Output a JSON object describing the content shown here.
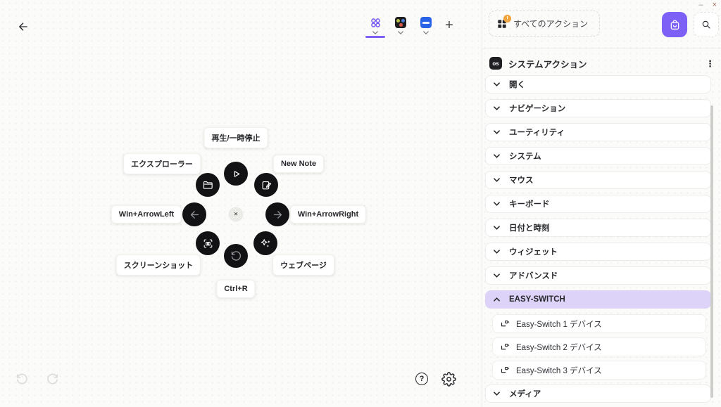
{
  "window": {
    "minimize_glyph": "–",
    "close_glyph": "×"
  },
  "topbar": {
    "add_tab_glyph": "+",
    "tabs": [
      {
        "name": "all-applications",
        "selected": true
      },
      {
        "name": "app-dark",
        "selected": false
      },
      {
        "name": "app-blue",
        "selected": false
      }
    ]
  },
  "radial": {
    "center_glyph": "×",
    "actions": [
      {
        "label": "再生/一時停止",
        "icon": "play-icon"
      },
      {
        "label": "エクスプローラー",
        "icon": "folder-icon"
      },
      {
        "label": "New Note",
        "icon": "note-edit-icon"
      },
      {
        "label": "Win+ArrowLeft",
        "icon": "arrow-left-icon"
      },
      {
        "label": "Win+ArrowRight",
        "icon": "arrow-right-icon"
      },
      {
        "label": "スクリーンショット",
        "icon": "screenshot-icon"
      },
      {
        "label": "ウェブページ",
        "icon": "sparkles-icon"
      },
      {
        "label": "Ctrl+R",
        "icon": "rotate-ccw-icon"
      }
    ]
  },
  "canvas_footer": {
    "help_glyph": "?"
  },
  "sidebar": {
    "filter": {
      "label": "すべてのアクション",
      "badge": "!"
    },
    "group": {
      "badge": "os",
      "title": "システムアクション",
      "menu_glyph": "⋮"
    },
    "sections": [
      "開く",
      "ナビゲーション",
      "ユーティリティ",
      "システム",
      "マウス",
      "キーボード",
      "日付と時刻",
      "ウィジェット",
      "アドバンスド",
      "EASY-SWITCH",
      "メディア"
    ],
    "easy_switch_items": [
      "Easy-Switch 1 デバイス",
      "Easy-Switch 2 デバイス",
      "Easy-Switch 3 デバイス"
    ]
  },
  "colors": {
    "accent": "#7d60f5",
    "easy_switch_bg": "#ddd2f7",
    "badge": "#f2a23b"
  }
}
